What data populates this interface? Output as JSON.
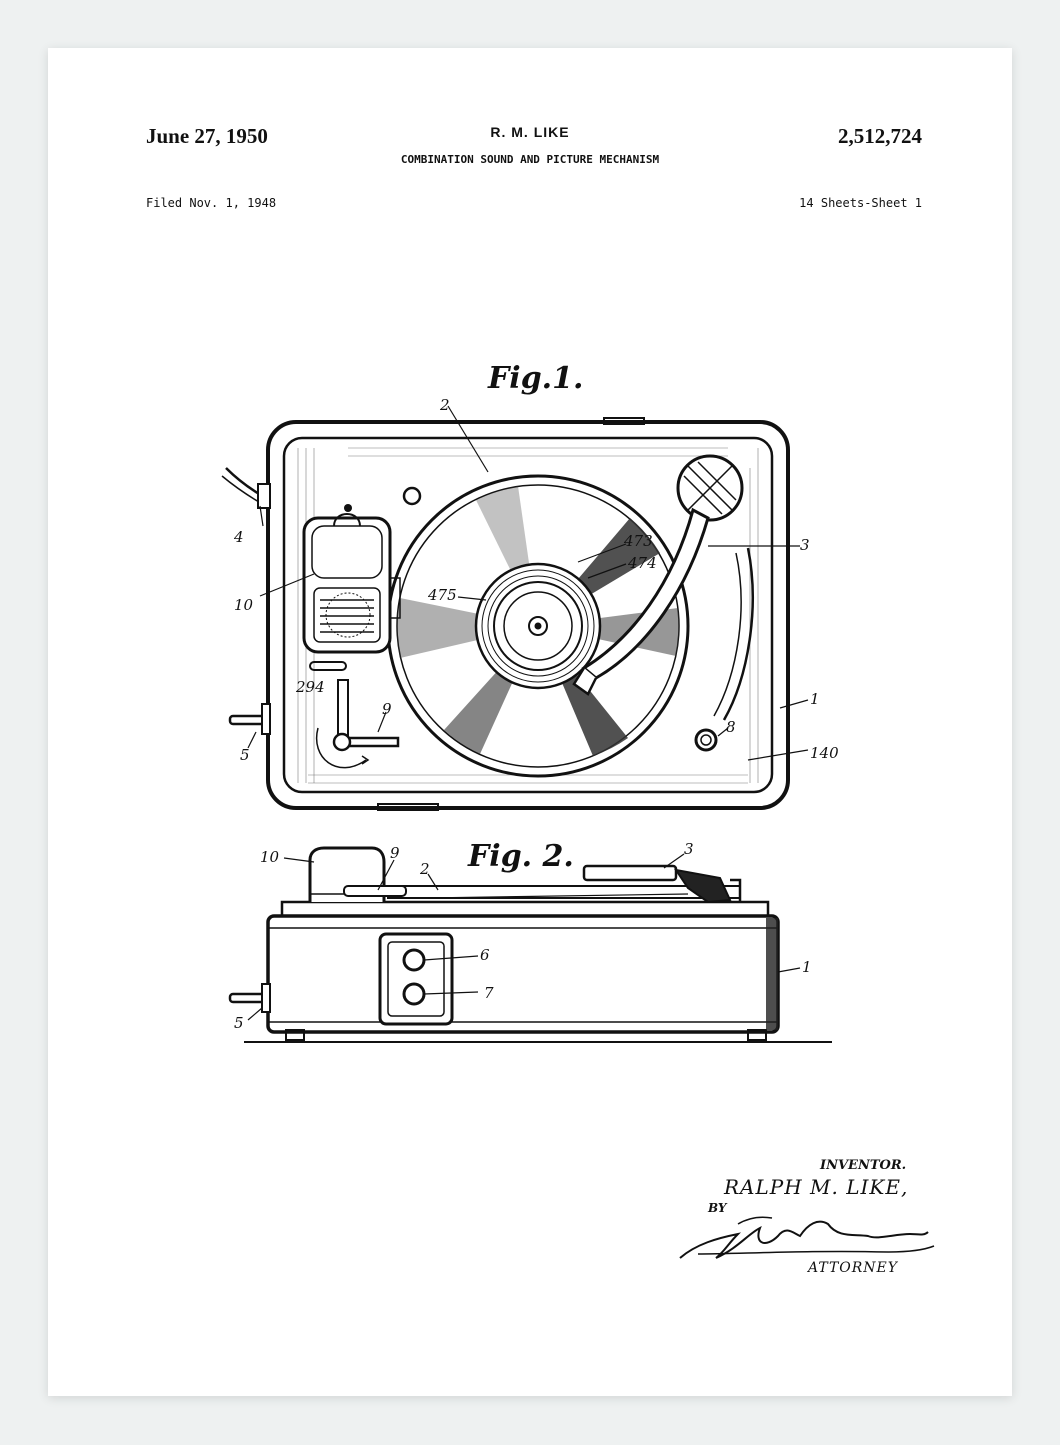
{
  "header": {
    "date": "June 27, 1950",
    "inventor_short": "R. M. LIKE",
    "patent_number": "2,512,724",
    "title": "COMBINATION SOUND AND PICTURE MECHANISM",
    "filed": "Filed Nov. 1, 1948",
    "sheets": "14 Sheets-Sheet 1"
  },
  "figures": {
    "fig1_label": "Fig.1.",
    "fig2_label": "Fig. 2.",
    "fig1_refs": {
      "r2": "2",
      "r3": "3",
      "r4": "4",
      "r10": "10",
      "r473": "473",
      "r474": "474",
      "r475": "475",
      "r294": "294",
      "r9": "9",
      "r5": "5",
      "r1": "1",
      "r8": "8",
      "r140": "140"
    },
    "fig2_refs": {
      "r10": "10",
      "r9": "9",
      "r2": "2",
      "r3": "3",
      "r6": "6",
      "r7": "7",
      "r1": "1",
      "r5": "5"
    }
  },
  "signature": {
    "inventor_caption": "INVENTOR.",
    "inventor_name": "RALPH M. LIKE,",
    "by": "BY",
    "attorney_caption": "ATTORNEY"
  }
}
